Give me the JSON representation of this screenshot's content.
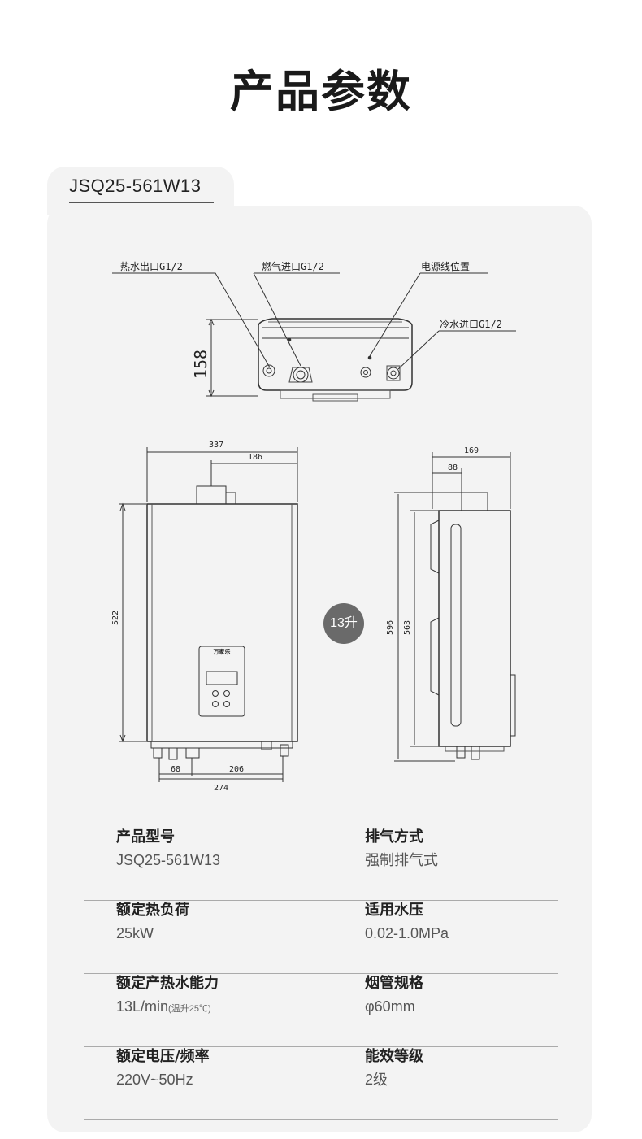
{
  "page_title": "产品参数",
  "model_tab": "JSQ25-561W13",
  "drawing": {
    "labels": {
      "hot_water_outlet": "热水出口G1/2",
      "gas_inlet": "燃气进口G1/2",
      "power_cord": "电源线位置",
      "cold_water_inlet": "冷水进口G1/2"
    },
    "dims": {
      "depth_top": "158",
      "width": "337",
      "flue_offset": "186",
      "height_front": "522",
      "pipe_68": "68",
      "pipe_206": "206",
      "pipe_274": "274",
      "side_depth": "169",
      "side_flue": "88",
      "side_height_total": "596",
      "side_height_body": "563"
    },
    "badge": "13升",
    "front_logo": "万家乐"
  },
  "specs": [
    {
      "left": {
        "label": "产品型号",
        "value": "JSQ25-561W13",
        "note": ""
      },
      "right": {
        "label": "排气方式",
        "value": "强制排气式",
        "note": ""
      }
    },
    {
      "left": {
        "label": "额定热负荷",
        "value": "25kW",
        "note": ""
      },
      "right": {
        "label": "适用水压",
        "value": "0.02-1.0MPa",
        "note": ""
      }
    },
    {
      "left": {
        "label": "额定产热水能力",
        "value": "13L/min",
        "note": "(温升25℃)"
      },
      "right": {
        "label": "烟管规格",
        "value": "φ60mm",
        "note": ""
      }
    },
    {
      "left": {
        "label": "额定电压/频率",
        "value": "220V~50Hz",
        "note": ""
      },
      "right": {
        "label": "能效等级",
        "value": "2级",
        "note": ""
      }
    }
  ],
  "colors": {
    "card_bg": "#f3f3f3",
    "badge_bg": "#6a6a6a",
    "divider": "#aaaaaa"
  }
}
